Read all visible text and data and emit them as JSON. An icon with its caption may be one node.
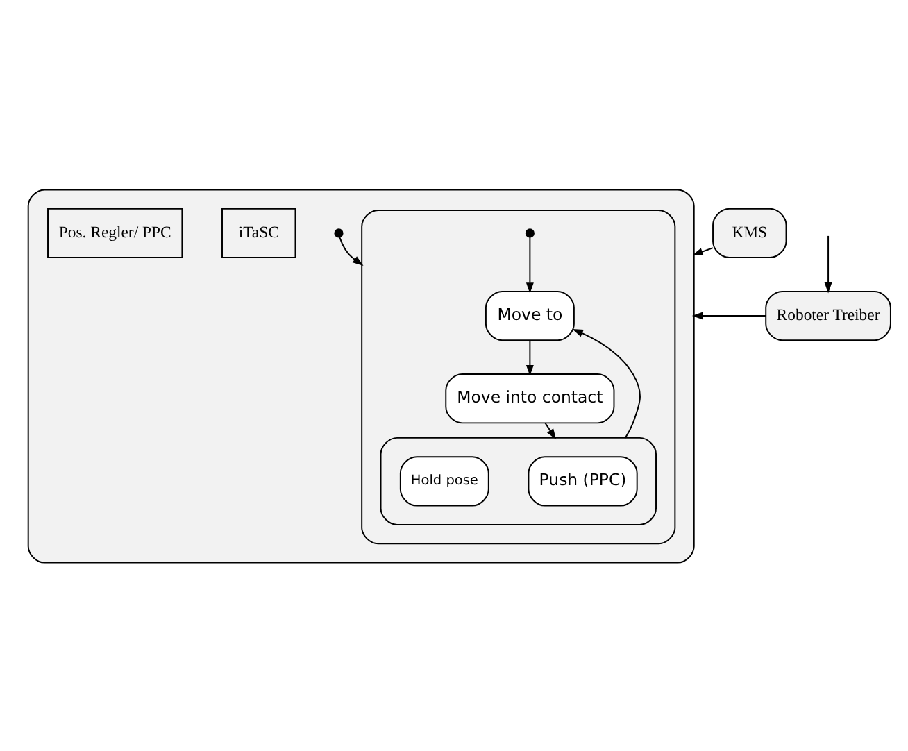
{
  "diagram": {
    "nodes": [
      {
        "text": [],
        "shape": "box"
      },
      {
        "text": [],
        "shape": "box",
        "in": 0
      },
      {
        "text": [],
        "shape": "circle",
        "in": 0
      },
      {
        "text": [],
        "shape": "circle",
        "in": 1
      },
      {
        "text": [
          "Move to"
        ],
        "in": 1
      },
      {
        "text": [
          "Move into contact"
        ],
        "in": 1
      },
      {
        "text": [],
        "shape": "box",
        "in": 1
      },
      {
        "text": [
          "Push (PPC)"
        ],
        "in": 6
      },
      {
        "text": [
          "Hold pose"
        ],
        "in": 6
      },
      {
        "text": [
          "iTaSC"
        ],
        "in": 0
      },
      {
        "text": [
          "Pos. Regler/ PPC"
        ],
        "in": 0
      },
      {
        "text": [
          "Roboter Treiber"
        ]
      },
      {
        "text": [
          "KMS"
        ]
      }
    ],
    "edges": [
      {
        "from": 2,
        "to": 1,
        "arrow": "to"
      },
      {
        "from": 3,
        "to": 4,
        "arrow": "to"
      },
      {
        "from": 4,
        "to": 5,
        "arrow": "to"
      },
      {
        "from": 5,
        "to": 6,
        "arrow": "to"
      },
      {
        "from": 6,
        "to": 4,
        "arrow": "to"
      },
      {
        "from": 11,
        "to": 0,
        "arrow": "to"
      },
      {
        "from": 12,
        "to": 0,
        "arrow": "to"
      },
      {
        "from": null,
        "to": 11,
        "arrow": "to"
      }
    ]
  }
}
